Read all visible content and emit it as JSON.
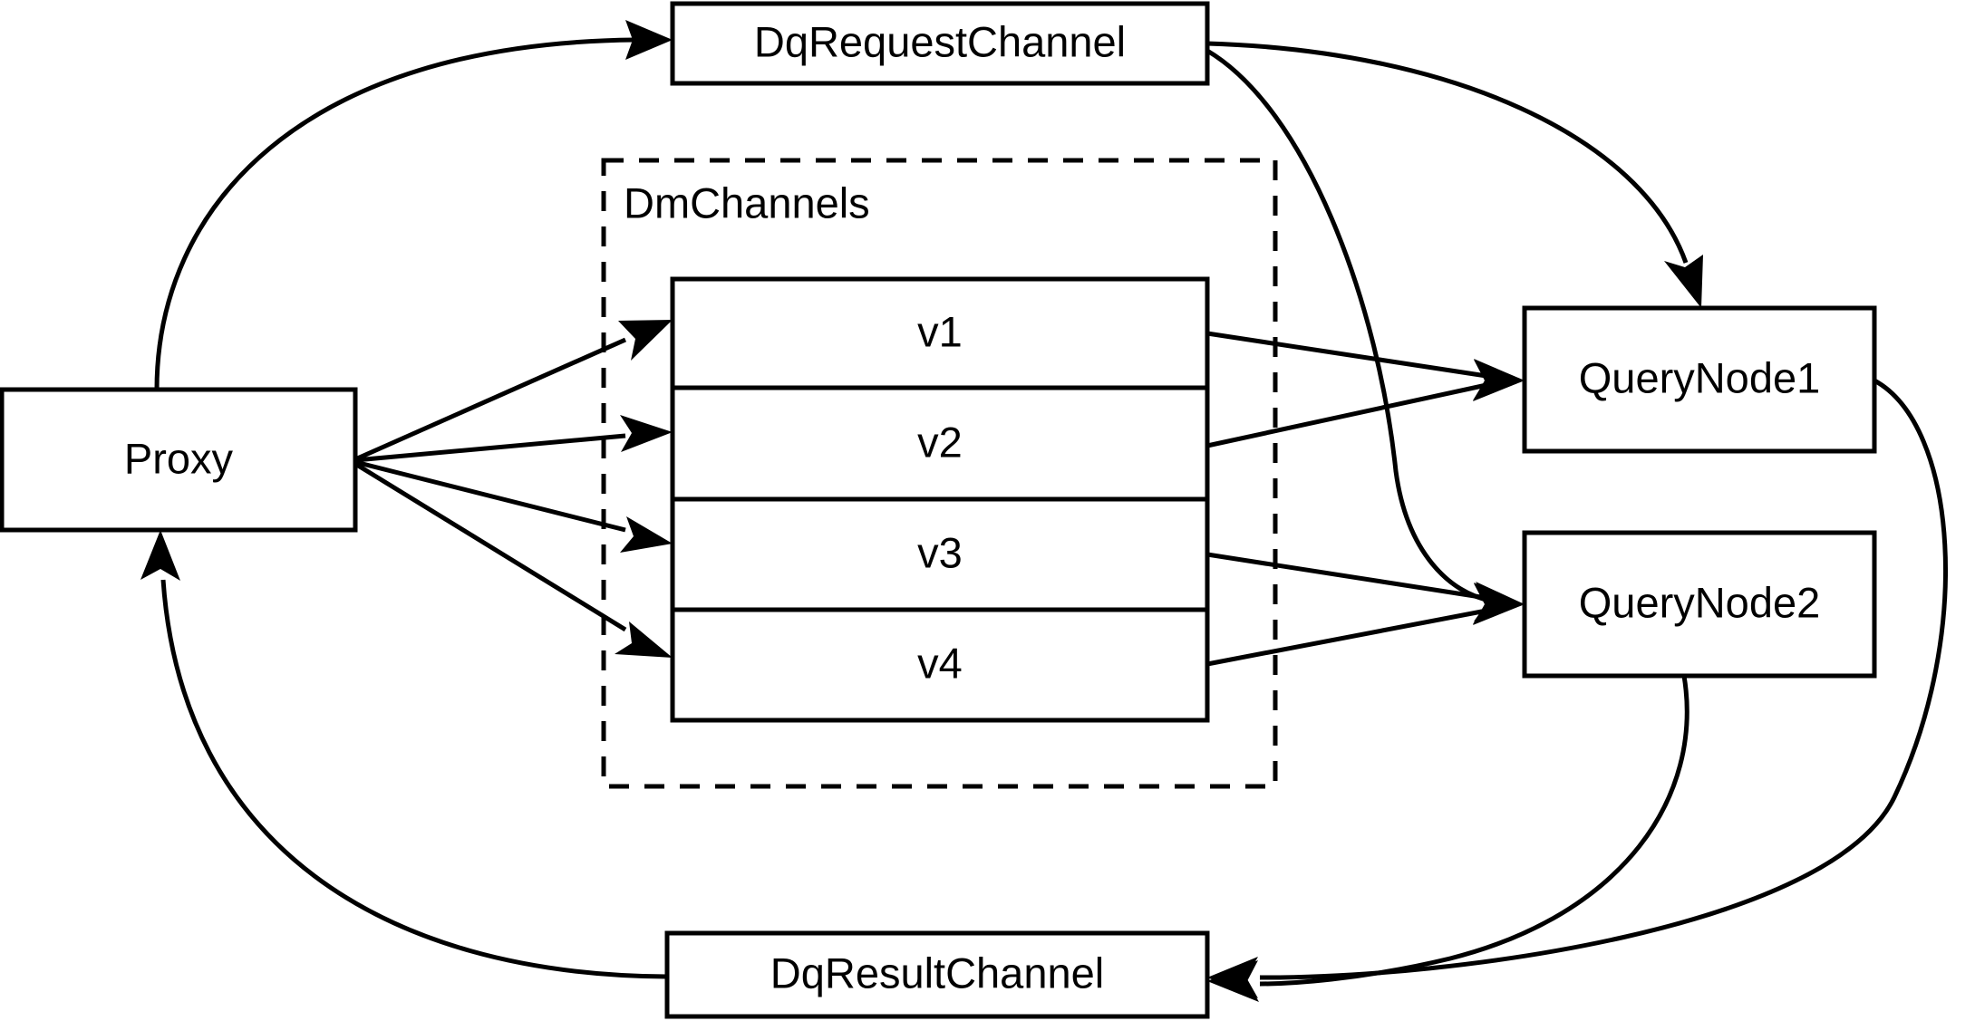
{
  "diagram": {
    "title": "Milvus distributed query channel flow",
    "background_color": "#ffffff",
    "stroke_color": "#000000",
    "nodes": {
      "proxy": {
        "label": "Proxy"
      },
      "dq_request_channel": {
        "label": "DqRequestChannel"
      },
      "dq_result_channel": {
        "label": "DqResultChannel"
      },
      "query_node_1": {
        "label": "QueryNode1"
      },
      "query_node_2": {
        "label": "QueryNode2"
      }
    },
    "group": {
      "label": "DmChannels",
      "style": "dashed",
      "rows": [
        {
          "label": "v1"
        },
        {
          "label": "v2"
        },
        {
          "label": "v3"
        },
        {
          "label": "v4"
        }
      ]
    },
    "edges": [
      {
        "from": "Proxy",
        "to": "DqRequestChannel",
        "style": "curved",
        "arrow": true
      },
      {
        "from": "Proxy",
        "to": "v1",
        "style": "straight",
        "arrow": true
      },
      {
        "from": "Proxy",
        "to": "v2",
        "style": "straight",
        "arrow": true
      },
      {
        "from": "Proxy",
        "to": "v3",
        "style": "straight",
        "arrow": true
      },
      {
        "from": "Proxy",
        "to": "v4",
        "style": "straight",
        "arrow": true
      },
      {
        "from": "v1",
        "to": "QueryNode1",
        "style": "straight",
        "arrow": true
      },
      {
        "from": "v2",
        "to": "QueryNode1",
        "style": "straight",
        "arrow": true
      },
      {
        "from": "v3",
        "to": "QueryNode2",
        "style": "straight",
        "arrow": true
      },
      {
        "from": "v4",
        "to": "QueryNode2",
        "style": "straight",
        "arrow": true
      },
      {
        "from": "DqRequestChannel",
        "to": "QueryNode1",
        "style": "curved",
        "arrow": true
      },
      {
        "from": "DqRequestChannel",
        "to": "QueryNode2",
        "style": "curved",
        "arrow": true
      },
      {
        "from": "QueryNode1",
        "to": "DqResultChannel",
        "style": "curved",
        "arrow": true
      },
      {
        "from": "QueryNode2",
        "to": "DqResultChannel",
        "style": "curved",
        "arrow": true
      },
      {
        "from": "DqResultChannel",
        "to": "Proxy",
        "style": "curved",
        "arrow": true
      }
    ]
  }
}
